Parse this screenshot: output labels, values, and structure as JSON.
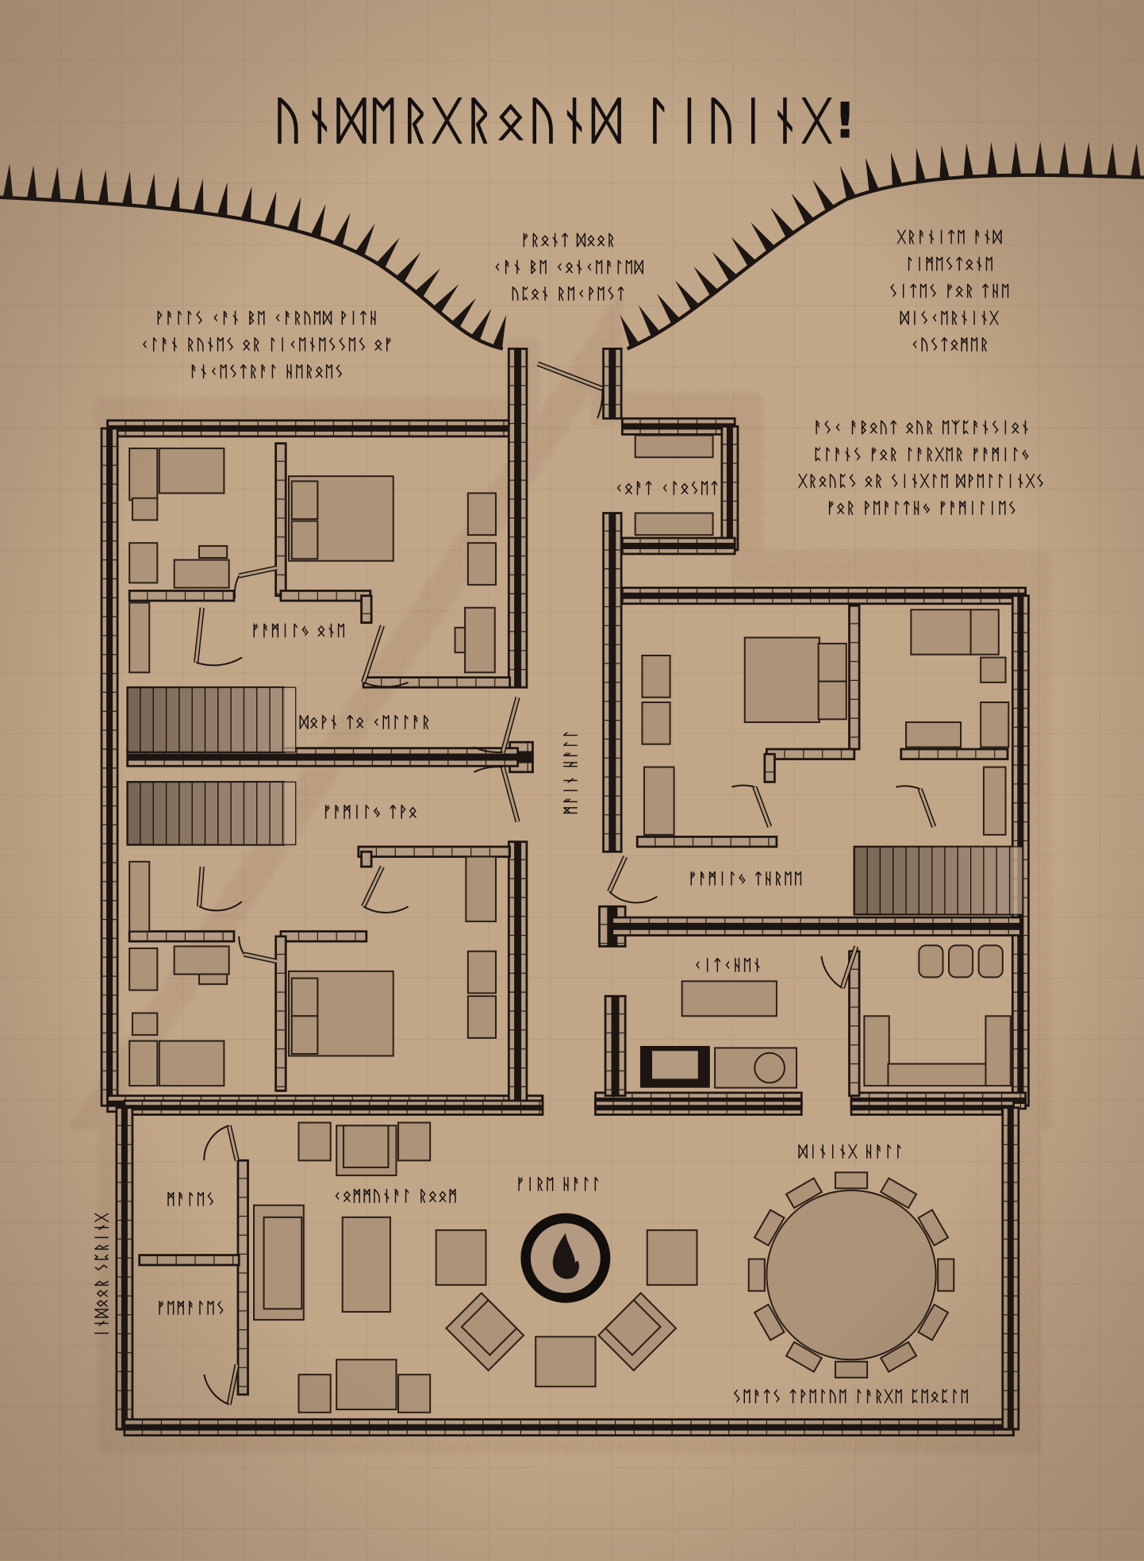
{
  "title": "ᚢᚾᛞᛖᚱᚷᚱᛟᚢᚾᛞ ᛚᛁᚢᛁᚾᚷ!",
  "notes": {
    "front_door": [
      "ᚠᚱᛟᚾᛏ ᛞᛟᛟᚱ",
      "ᚲᚨᚾ ᛒᛖ ᚲᛟᚾᚲᛖᚨᛚᛖᛞ",
      "ᚢᛈᛟᚾ ᚱᛖᚲᚹᛖᛊᛏ"
    ],
    "walls": [
      "ᚹᚨᛚᛚᛊ ᚲᚨᚾ ᛒᛖ ᚲᚨᚱᚢᛖᛞ ᚹᛁᛏᚺ",
      "ᚲᛚᚨᚾ ᚱᚢᚾᛖᛊ ᛟᚱ ᛚᛁᚲᛖᚾᛖᛊᛊᛖᛊ ᛟᚠ",
      "ᚨᚾᚲᛖᛊᛏᚱᚨᛚ ᚺᛖᚱᛟᛖᛊ"
    ],
    "sites": [
      "ᚷᚱᚨᚾᛁᛏᛖ ᚨᚾᛞ",
      "ᛚᛁᛗᛖᛊᛏᛟᚾᛖ",
      "ᛊᛁᛏᛖᛊ ᚠᛟᚱ ᛏᚺᛖ",
      "ᛞᛁᛊᚲᛖᚱᚾᛁᚾᚷ",
      "ᚲᚢᛊᛏᛟᛗᛖᚱ"
    ],
    "expansion": [
      "ᚨᛊᚲ ᚨᛒᛟᚢᛏ ᛟᚢᚱ ᛖᛉᛈᚨᚾᛊᛁᛟᚾ",
      "ᛈᛚᚨᚾᛊ ᚠᛟᚱ ᛚᚨᚱᚷᛖᚱ ᚠᚨᛗᛁᛚᛃ",
      "ᚷᚱᛟᚢᛈᛊ ᛟᚱ ᛊᛁᚾᚷᛚᛖ ᛞᚹᛖᛚᛚᛁᚾᚷᛊ",
      "ᚠᛟᚱ ᚹᛖᚨᛚᛏᚺᛃ ᚠᚨᛗᛁᛚᛁᛖᛊ"
    ],
    "dining": "ᛊᛖᚨᛏᛊ ᛏᚹᛖᛚᚢᛖ ᛚᚨᚱᚷᛖ ᛈᛖᛟᛈᛚᛖ"
  },
  "rooms": {
    "coat_closet": "ᚲᛟᚨᛏ ᚲᛚᛟᛊᛖᛏ",
    "family_one": "ᚠᚨᛗᛁᛚᛃ ᛟᚾᛖ",
    "down_to_cellar": "ᛞᛟᚹᚾ ᛏᛟ ᚲᛖᛚᛚᚨᚱ",
    "family_two": "ᚠᚨᛗᛁᛚᛃ ᛏᚹᛟ",
    "main_hall": "ᛗᚨᛁᚾ ᚺᚨᛚᛚ",
    "family_three": "ᚠᚨᛗᛁᛚᛃ ᛏᚺᚱᛖᛖ",
    "kitchen": "ᚲᛁᛏᚲᚺᛖᚾ",
    "males": "ᛗᚨᛚᛖᛊ",
    "females": "ᚠᛖᛗᚨᛚᛖᛊ",
    "communal_room": "ᚲᛟᛗᛗᚢᚾᚨᛚ ᚱᛟᛟᛗ",
    "fire_hall": "ᚠᛁᚱᛖ ᚺᚨᛚᛚ",
    "dining_hall": "ᛞᛁᚾᛁᚾᚷ ᚺᚨᛚᛚ",
    "indoor_spring": "ᛁᚾᛞᛟᛟᚱ ᛊᛈᚱᛁᚾᚷ"
  },
  "colors": {
    "parchment": "#c2a688",
    "ink": "#1c1512",
    "brick": "#b39a80",
    "furniture": "#ad9377",
    "grid": "#a68c72"
  }
}
